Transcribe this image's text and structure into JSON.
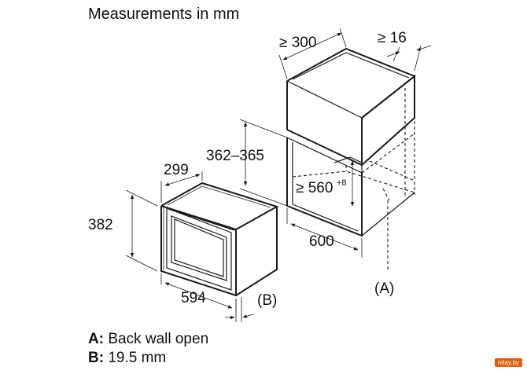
{
  "title": "Measurements in mm",
  "dimensions": {
    "cabinet_depth": "≥ 300",
    "cabinet_gap": "≥ 16",
    "niche_depth": "362–365",
    "appliance_depth": "299",
    "niche_height_value": "≥ 560",
    "niche_height_tolerance": "+8",
    "appliance_height": "382",
    "niche_width": "600",
    "appliance_width": "594"
  },
  "markers": {
    "a": "(A)",
    "b": "(B)"
  },
  "legend": [
    {
      "key": "A:",
      "text": " Back wall open"
    },
    {
      "key": "B:",
      "text": " 19.5 mm"
    }
  ],
  "watermark": "relay.by"
}
